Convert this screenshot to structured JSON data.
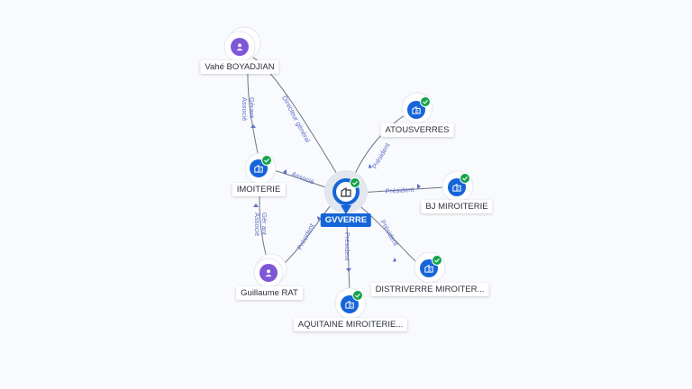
{
  "nodes": {
    "vahe": {
      "label": "Vahé BOYADJIAN",
      "type": "person"
    },
    "imoiterie": {
      "label": "IMOITERIE",
      "type": "company",
      "verified": true
    },
    "guillaume": {
      "label": "Guillaume RAT",
      "type": "person"
    },
    "gvverre": {
      "label": "GVVERRE",
      "type": "company",
      "verified": true,
      "central": true
    },
    "atousverres": {
      "label": "ATOUSVERRES",
      "type": "company",
      "verified": true
    },
    "bj": {
      "label": "BJ MIROITERIE",
      "type": "company",
      "verified": true
    },
    "distriverre": {
      "label": "DISTRIVERRE MIROITER...",
      "type": "company",
      "verified": true
    },
    "aquitaine": {
      "label": "AQUITAINE MIROITERIE...",
      "type": "company",
      "verified": true
    }
  },
  "edges": {
    "vahe_gvverre": "Directeur général",
    "vahe_imoiterie_1": "Gérant",
    "vahe_imoiterie_2": "Associé",
    "imoiterie_gvverre": "Associé",
    "guillaume_imoiterie_1": "Gér ant",
    "guillaume_imoiterie_2": "Associé",
    "guillaume_gvverre": "Président",
    "gvverre_atousverres": "Président",
    "gvverre_bj": "Président",
    "gvverre_distriverre": "Président",
    "gvverre_aquitaine": "Président"
  },
  "colors": {
    "company_node": "#1565d8",
    "person_node": "#7e57d8",
    "verified_badge": "#14a34a",
    "edge_label": "#5a6ec8"
  }
}
